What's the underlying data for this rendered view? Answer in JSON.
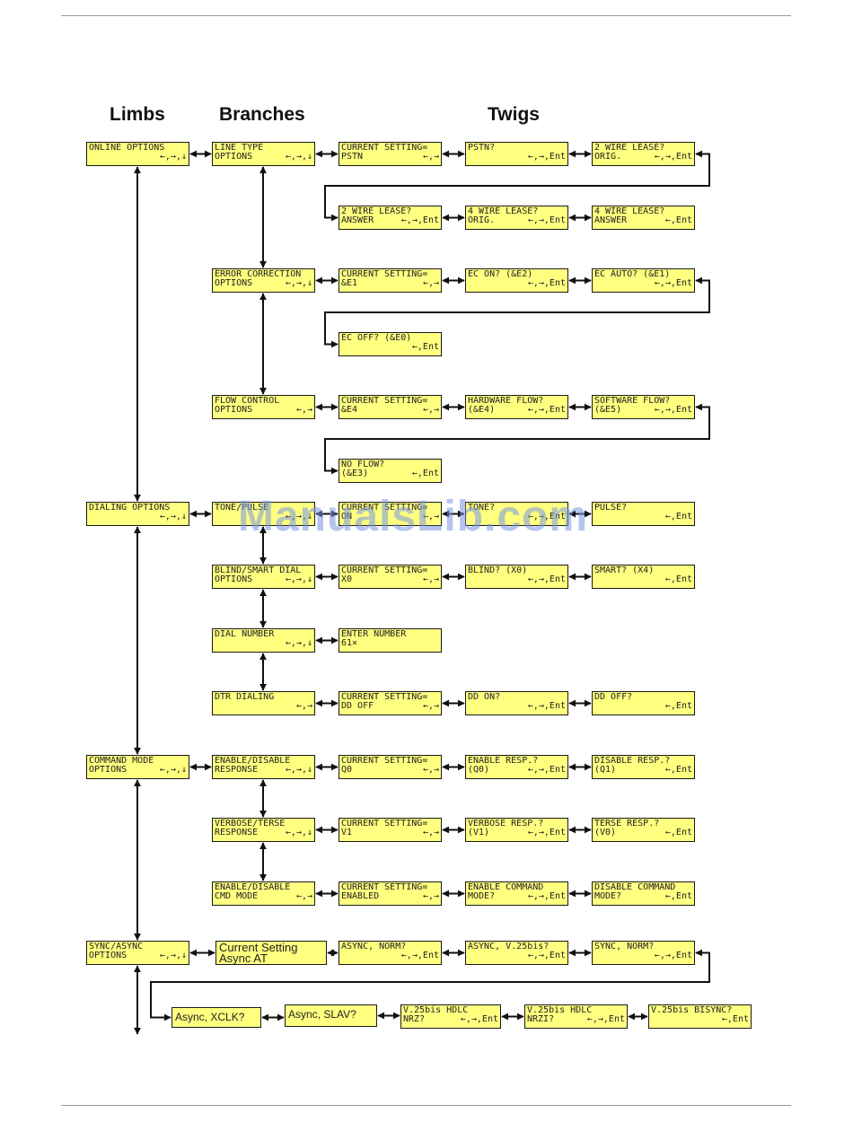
{
  "headers": {
    "limbs": "Limbs",
    "branches": "Branches",
    "twigs": "Twigs"
  },
  "watermark": "ManualsLib.com",
  "boxes": [
    {
      "id": "online-options",
      "l1": "ONLINE OPTIONS",
      "l2": "",
      "nav": "←,→,↓"
    },
    {
      "id": "line-type-options",
      "l1": "LINE TYPE",
      "l2": "OPTIONS",
      "nav": "←,→,↓"
    },
    {
      "id": "line-type-current",
      "l1": "CURRENT SETTING=",
      "l2": "PSTN",
      "nav": "←,→"
    },
    {
      "id": "pstn",
      "l1": "PSTN?",
      "l2": "",
      "nav": "←,→,Ent"
    },
    {
      "id": "2wire-orig",
      "l1": "2 WIRE LEASE?",
      "l2": "ORIG.",
      "nav": "←,→,Ent"
    },
    {
      "id": "2wire-answer",
      "l1": "2 WIRE LEASE?",
      "l2": "ANSWER",
      "nav": "←,→,Ent"
    },
    {
      "id": "4wire-orig",
      "l1": "4 WIRE LEASE?",
      "l2": "ORIG.",
      "nav": "←,→,Ent"
    },
    {
      "id": "4wire-answer",
      "l1": "4 WIRE LEASE?",
      "l2": "ANSWER",
      "nav": "←,Ent"
    },
    {
      "id": "error-correction-options",
      "l1": "ERROR CORRECTION",
      "l2": "OPTIONS",
      "nav": "←,→,↓"
    },
    {
      "id": "ec-current",
      "l1": "CURRENT SETTING=",
      "l2": "&E1",
      "nav": "←,→"
    },
    {
      "id": "ec-on",
      "l1": "EC ON? (&E2)",
      "l2": "",
      "nav": "←,→,Ent"
    },
    {
      "id": "ec-auto",
      "l1": "EC AUTO? (&E1)",
      "l2": "",
      "nav": "←,→,Ent"
    },
    {
      "id": "ec-off",
      "l1": "EC OFF? (&E0)",
      "l2": "",
      "nav": "←,Ent"
    },
    {
      "id": "flow-control-options",
      "l1": "FLOW CONTROL",
      "l2": "OPTIONS",
      "nav": "←,→"
    },
    {
      "id": "flow-current",
      "l1": "CURRENT SETTING=",
      "l2": "&E4",
      "nav": "←,→"
    },
    {
      "id": "hardware-flow",
      "l1": "HARDWARE FLOW?",
      "l2": "(&E4)",
      "nav": "←,→,Ent"
    },
    {
      "id": "software-flow",
      "l1": "SOFTWARE FLOW?",
      "l2": "(&E5)",
      "nav": "←,→,Ent"
    },
    {
      "id": "no-flow",
      "l1": "NO FLOW?",
      "l2": "(&E3)",
      "nav": "←,Ent"
    },
    {
      "id": "dialing-options",
      "l1": "DIALING OPTIONS",
      "l2": "",
      "nav": "←,→,↓"
    },
    {
      "id": "tone-pulse",
      "l1": "TONE/PULSE",
      "l2": "",
      "nav": "←,→,↓"
    },
    {
      "id": "tone-current",
      "l1": "CURRENT SETTING=",
      "l2": "ON",
      "nav": "←,→"
    },
    {
      "id": "tone",
      "l1": "TONE?",
      "l2": "",
      "nav": "←,→,Ent"
    },
    {
      "id": "pulse",
      "l1": "PULSE?",
      "l2": "",
      "nav": "←,Ent"
    },
    {
      "id": "blind-smart-options",
      "l1": "BLIND/SMART DIAL",
      "l2": "OPTIONS",
      "nav": "←,→,↓"
    },
    {
      "id": "blind-current",
      "l1": "CURRENT SETTING=",
      "l2": "X0",
      "nav": "←,→"
    },
    {
      "id": "blind",
      "l1": "BLIND? (X0)",
      "l2": "",
      "nav": "←,→,Ent"
    },
    {
      "id": "smart",
      "l1": "SMART? (X4)",
      "l2": "",
      "nav": "←,Ent"
    },
    {
      "id": "dial-number",
      "l1": "DIAL NUMBER",
      "l2": "",
      "nav": "←,→,↓"
    },
    {
      "id": "enter-number",
      "l1": "ENTER NUMBER",
      "l2": "61×",
      "nav": ""
    },
    {
      "id": "dtr-dialing",
      "l1": "DTR DIALING",
      "l2": "",
      "nav": "←,→"
    },
    {
      "id": "dd-current",
      "l1": "CURRENT SETTING=",
      "l2": "DD OFF",
      "nav": "←,→"
    },
    {
      "id": "dd-on",
      "l1": "DD ON?",
      "l2": "",
      "nav": "←,→,Ent"
    },
    {
      "id": "dd-off",
      "l1": "DD OFF?",
      "l2": "",
      "nav": "←,Ent"
    },
    {
      "id": "command-mode-options",
      "l1": "COMMAND MODE",
      "l2": "OPTIONS",
      "nav": "←,→,↓"
    },
    {
      "id": "enable-disable-response",
      "l1": "ENABLE/DISABLE",
      "l2": "RESPONSE",
      "nav": "←,→,↓"
    },
    {
      "id": "response-current",
      "l1": "CURRENT SETTING=",
      "l2": "Q0",
      "nav": "←,→"
    },
    {
      "id": "enable-resp",
      "l1": "ENABLE RESP.?",
      "l2": "(Q0)",
      "nav": "←,→,Ent"
    },
    {
      "id": "disable-resp",
      "l1": "DISABLE RESP.?",
      "l2": "(Q1)",
      "nav": "←,Ent"
    },
    {
      "id": "verbose-terse-response",
      "l1": "VERBOSE/TERSE",
      "l2": "RESPONSE",
      "nav": "←,→,↓"
    },
    {
      "id": "verbose-current",
      "l1": "CURRENT SETTING=",
      "l2": "V1",
      "nav": "←,→"
    },
    {
      "id": "verbose-resp",
      "l1": "VERBOSE RESP.?",
      "l2": "(V1)",
      "nav": "←,→,Ent"
    },
    {
      "id": "terse-resp",
      "l1": "TERSE RESP.?",
      "l2": "(V0)",
      "nav": "←,Ent"
    },
    {
      "id": "enable-disable-cmd-mode",
      "l1": "ENABLE/DISABLE",
      "l2": "CMD MODE",
      "nav": "←,→"
    },
    {
      "id": "cmd-current",
      "l1": "CURRENT SETTING=",
      "l2": "ENABLED",
      "nav": "←,→"
    },
    {
      "id": "enable-command",
      "l1": "ENABLE COMMAND",
      "l2": "MODE?",
      "nav": "←,→,Ent"
    },
    {
      "id": "disable-command",
      "l1": "DISABLE COMMAND",
      "l2": "MODE?",
      "nav": "←,Ent"
    },
    {
      "id": "sync-async-options",
      "l1": "SYNC/ASYNC",
      "l2": "OPTIONS",
      "nav": "←,→,↓"
    },
    {
      "id": "sync-current",
      "l1": "Current Setting",
      "l2": "Async AT",
      "nav": ""
    },
    {
      "id": "async-norm",
      "l1": "ASYNC, NORM?",
      "l2": "",
      "nav": "←,→,Ent"
    },
    {
      "id": "async-v25bis",
      "l1": "ASYNC, V.25bis?",
      "l2": "",
      "nav": "←,→,Ent"
    },
    {
      "id": "sync-norm",
      "l1": "SYNC, NORM?",
      "l2": "",
      "nav": "←,→,Ent"
    },
    {
      "id": "async-xclk",
      "l1": "Async, XCLK?",
      "l2": "",
      "nav": ""
    },
    {
      "id": "async-slav",
      "l1": "Async, SLAV?",
      "l2": "",
      "nav": ""
    },
    {
      "id": "v25bis-hdlc-nrz",
      "l1": "V.25bis HDLC",
      "l2": "NRZ?",
      "nav": "←,→,Ent"
    },
    {
      "id": "v25bis-hdlc-nrzi",
      "l1": "V.25bis HDLC",
      "l2": "NRZI?",
      "nav": "←,→,Ent"
    },
    {
      "id": "v25bis-bisync",
      "l1": "V.25bis BISYNC?",
      "l2": "",
      "nav": "←,Ent"
    }
  ]
}
